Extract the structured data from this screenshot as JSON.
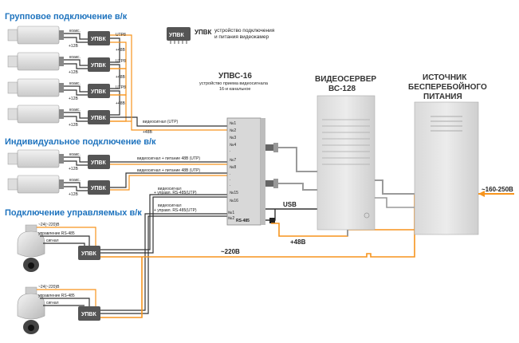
{
  "sections": {
    "group": "Групповое подключение в/к",
    "individual": "Индивидуальное подключение в/к",
    "controlled": "Подключение управляемых в/к"
  },
  "legend": {
    "badge": "УПВК",
    "bold": "УПВК",
    "line1": "устройство подключения",
    "line2": "и питания видеокамер"
  },
  "device": {
    "upvk": "УПВК",
    "upvs_title": "УПВС-16",
    "upvs_sub1": "устройство приема видеосигнала",
    "upvs_sub2": "16-и канальное",
    "server_title1": "ВИДЕОСЕРВЕР",
    "server_title2": "ВС-128",
    "ups_title1": "ИСТОЧНИК",
    "ups_title2": "БЕСПЕРЕБОЙНОГО",
    "ups_title3": "ПИТАНИЯ"
  },
  "labels": {
    "koaks": "коакс.",
    "plus12": "+12В",
    "utp8": "UTP8",
    "plus48": "+48В",
    "video_utp": "видеосигнал (UTP)",
    "video_power": "видеосигнал + питание 48В (UTP)",
    "video_ctrl1": "видеосигнал",
    "video_ctrl2": "+ управл. RS-485(UTP)",
    "ac24_220": "~24(~220)В",
    "ctrl_rs485": "управление RS-485",
    "signal": "сигнал",
    "usb": "USB",
    "rs485": "RS-485",
    "input_ac": "~160-250В",
    "plus48_big": "+48В",
    "ac220": "~220В"
  },
  "ports": [
    "№1",
    "№2",
    "№3",
    "№4",
    ".",
    "№7",
    "№8",
    ".",
    ".",
    ".",
    "№15",
    "№16",
    "№1",
    "№2"
  ],
  "colors": {
    "section": "#1e73be",
    "device_box": "#555555",
    "orange": "#f7941d",
    "dark_wire": "#333333",
    "gray_wire": "#9a9a9a"
  }
}
